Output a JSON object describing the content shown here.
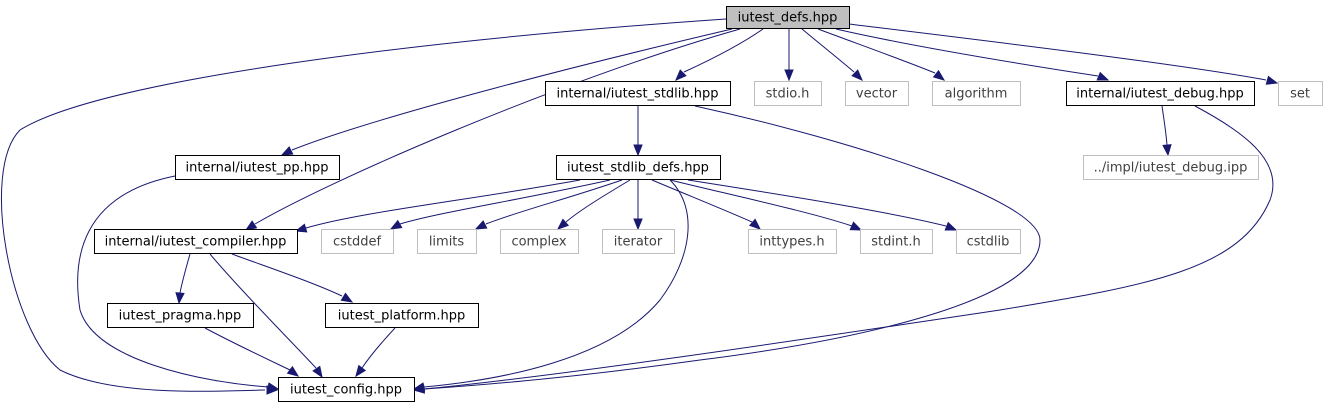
{
  "colors": {
    "edge": "#191970",
    "root_fill": "#bfbfbf",
    "local_border": "#000000",
    "external_border": "#bfbfbf",
    "external_text": "#404040",
    "local_text": "#000000"
  },
  "nodes": {
    "root": {
      "label": "iutest_defs.hpp",
      "kind": "root"
    },
    "stdlib": {
      "label": "internal/iutest_stdlib.hpp",
      "kind": "local"
    },
    "stdio": {
      "label": "stdio.h",
      "kind": "external"
    },
    "vector": {
      "label": "vector",
      "kind": "external"
    },
    "algorithm": {
      "label": "algorithm",
      "kind": "external"
    },
    "debug": {
      "label": "internal/iutest_debug.hpp",
      "kind": "local"
    },
    "set": {
      "label": "set",
      "kind": "external"
    },
    "pp": {
      "label": "internal/iutest_pp.hpp",
      "kind": "local"
    },
    "stdlibdefs": {
      "label": "iutest_stdlib_defs.hpp",
      "kind": "local"
    },
    "debugipp": {
      "label": "../impl/iutest_debug.ipp",
      "kind": "external"
    },
    "compiler": {
      "label": "internal/iutest_compiler.hpp",
      "kind": "local"
    },
    "cstddef": {
      "label": "cstddef",
      "kind": "external"
    },
    "limits": {
      "label": "limits",
      "kind": "external"
    },
    "complex": {
      "label": "complex",
      "kind": "external"
    },
    "iterator": {
      "label": "iterator",
      "kind": "external"
    },
    "inttypes": {
      "label": "inttypes.h",
      "kind": "external"
    },
    "stdint": {
      "label": "stdint.h",
      "kind": "external"
    },
    "cstdlib": {
      "label": "cstdlib",
      "kind": "external"
    },
    "pragma": {
      "label": "iutest_pragma.hpp",
      "kind": "local"
    },
    "platform": {
      "label": "iutest_platform.hpp",
      "kind": "local"
    },
    "config": {
      "label": "iutest_config.hpp",
      "kind": "local"
    }
  },
  "edges": [
    {
      "from": "root",
      "to": "stdlib"
    },
    {
      "from": "root",
      "to": "stdio"
    },
    {
      "from": "root",
      "to": "vector"
    },
    {
      "from": "root",
      "to": "algorithm"
    },
    {
      "from": "root",
      "to": "debug"
    },
    {
      "from": "root",
      "to": "set"
    },
    {
      "from": "root",
      "to": "pp"
    },
    {
      "from": "root",
      "to": "compiler"
    },
    {
      "from": "root",
      "to": "config"
    },
    {
      "from": "stdlib",
      "to": "stdlibdefs"
    },
    {
      "from": "stdlib",
      "to": "config"
    },
    {
      "from": "debug",
      "to": "debugipp"
    },
    {
      "from": "debug",
      "to": "config"
    },
    {
      "from": "pp",
      "to": "config"
    },
    {
      "from": "stdlibdefs",
      "to": "compiler"
    },
    {
      "from": "stdlibdefs",
      "to": "cstddef"
    },
    {
      "from": "stdlibdefs",
      "to": "limits"
    },
    {
      "from": "stdlibdefs",
      "to": "complex"
    },
    {
      "from": "stdlibdefs",
      "to": "iterator"
    },
    {
      "from": "stdlibdefs",
      "to": "inttypes"
    },
    {
      "from": "stdlibdefs",
      "to": "stdint"
    },
    {
      "from": "stdlibdefs",
      "to": "cstdlib"
    },
    {
      "from": "stdlibdefs",
      "to": "config"
    },
    {
      "from": "compiler",
      "to": "pragma"
    },
    {
      "from": "compiler",
      "to": "platform"
    },
    {
      "from": "compiler",
      "to": "config"
    },
    {
      "from": "pragma",
      "to": "config"
    },
    {
      "from": "platform",
      "to": "config"
    }
  ]
}
